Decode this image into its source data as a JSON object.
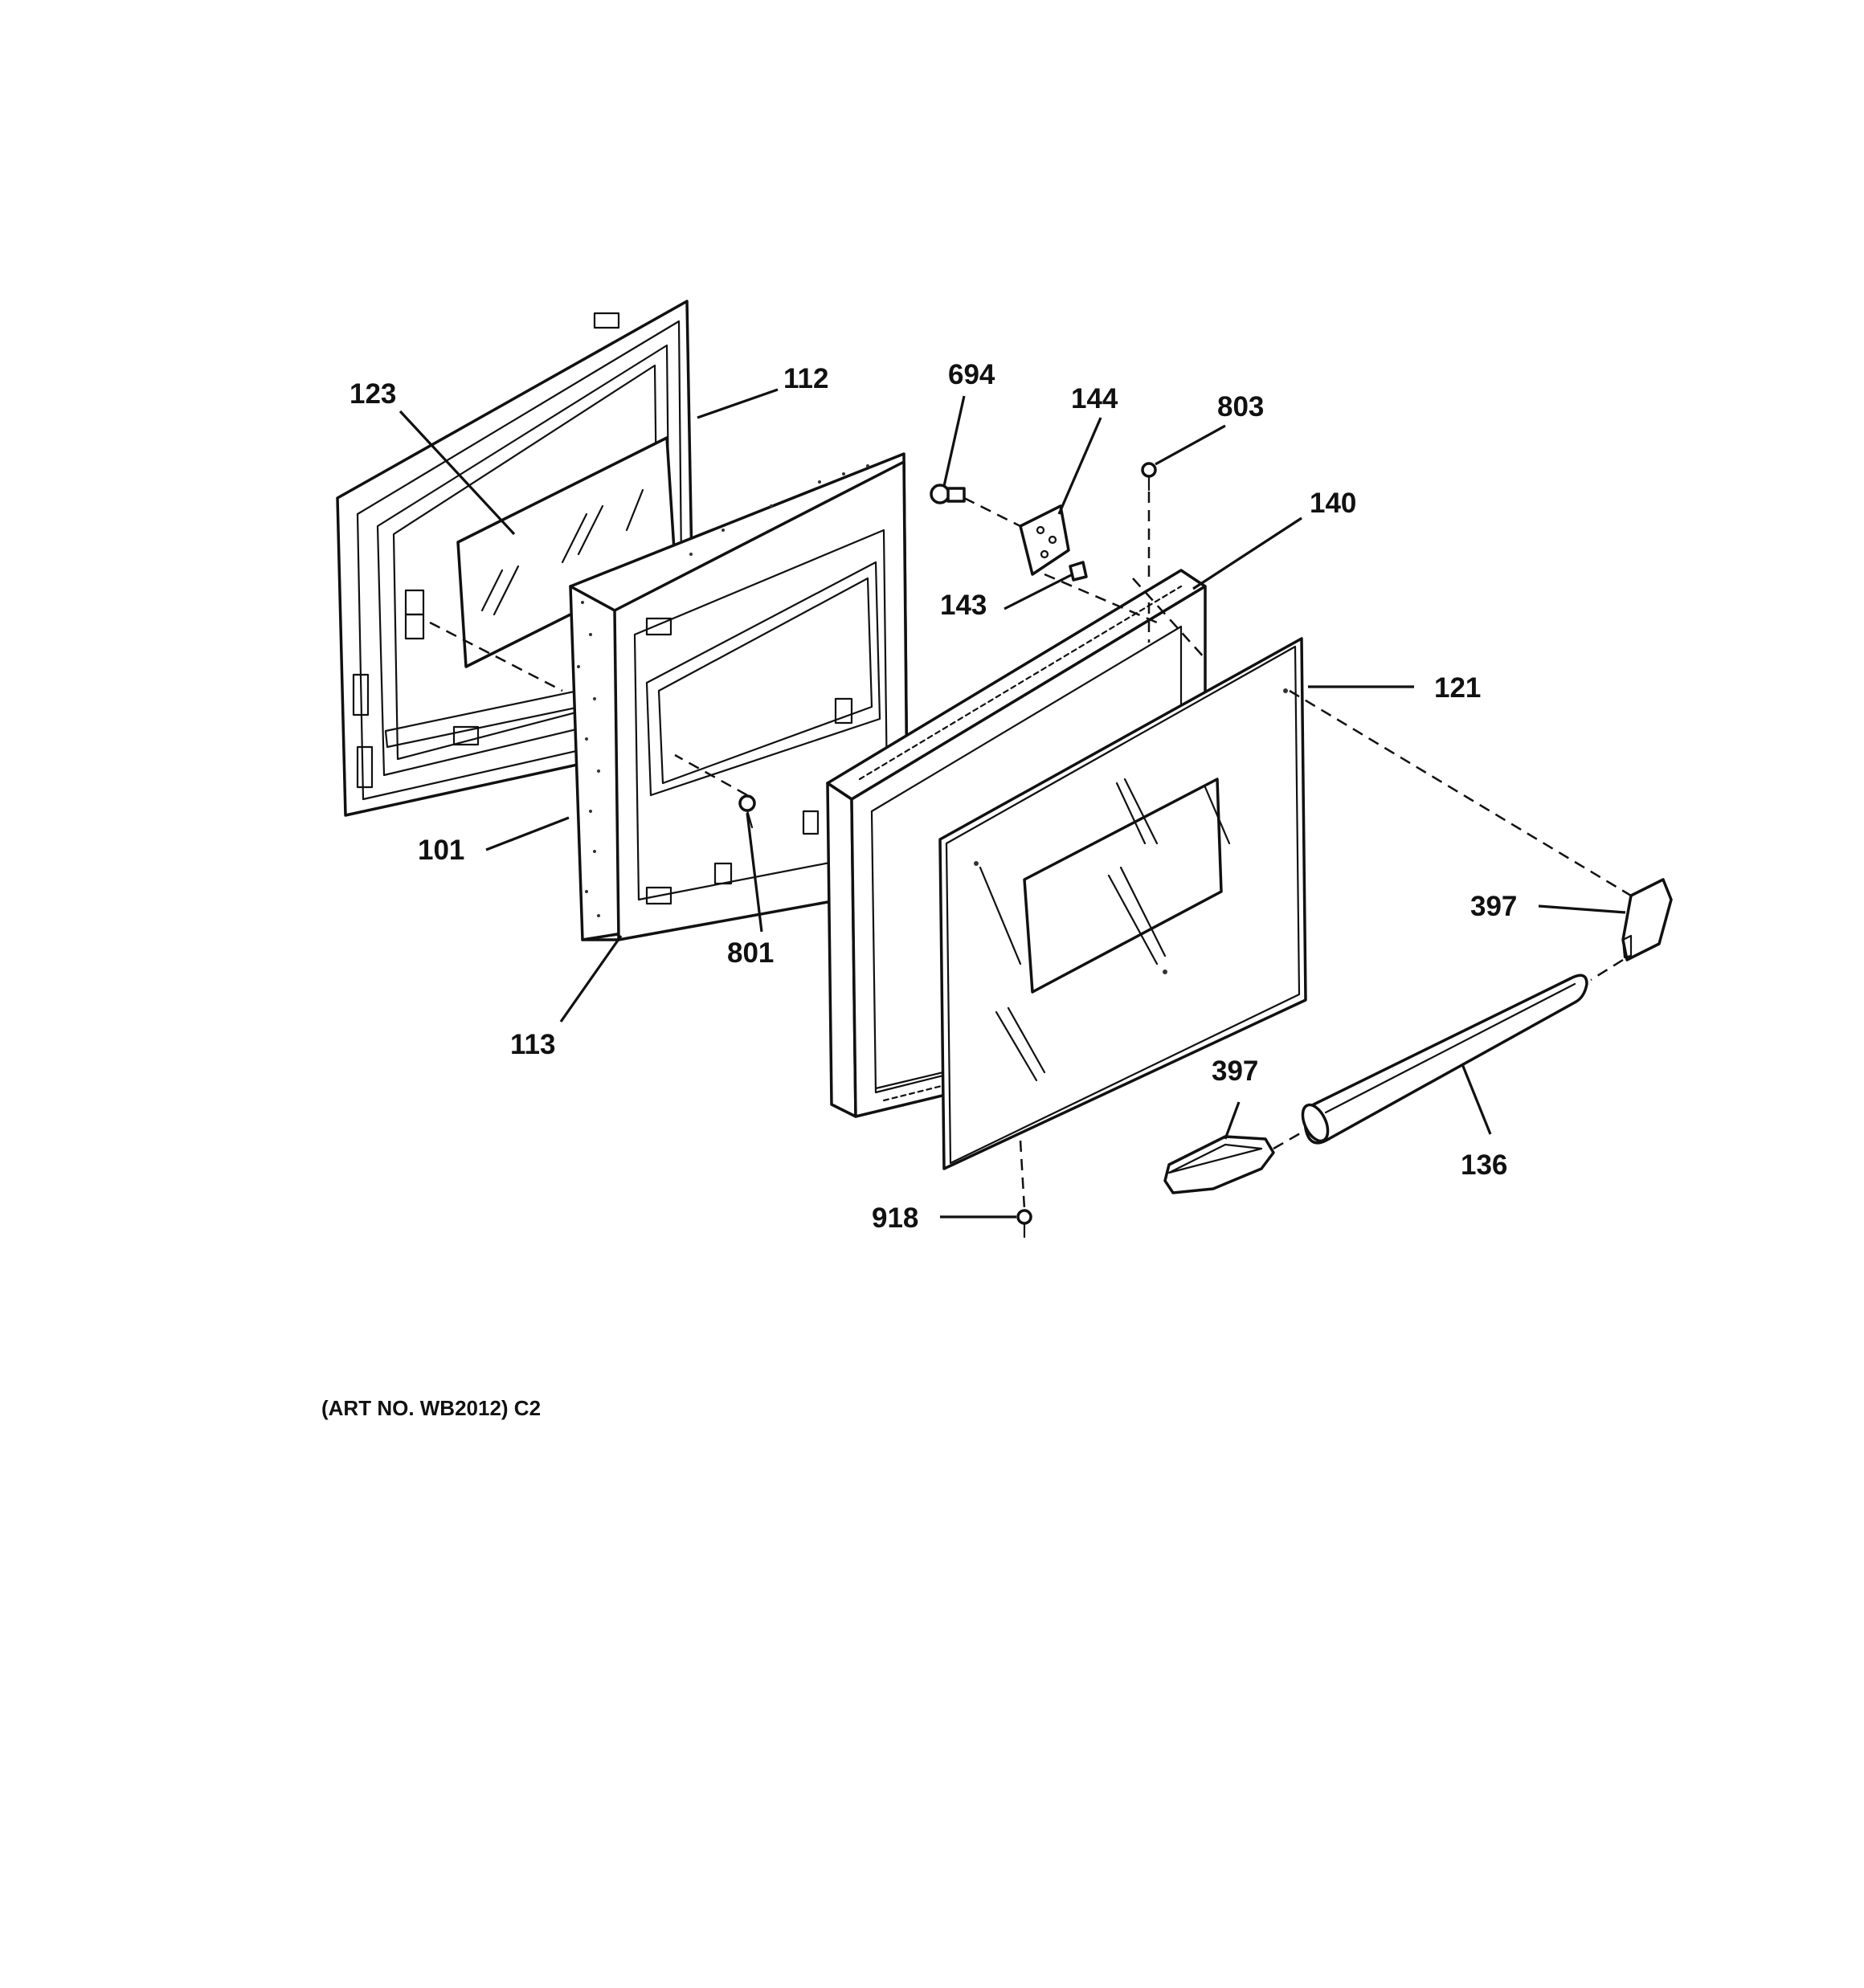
{
  "diagram": {
    "caption": "(ART NO. WB2012) C2",
    "callouts": {
      "c123": "123",
      "c112": "112",
      "c694": "694",
      "c144": "144",
      "c803": "803",
      "c140": "140",
      "c143": "143",
      "c121": "121",
      "c101": "101",
      "c397a": "397",
      "c801": "801",
      "c113": "113",
      "c397b": "397",
      "c136": "136",
      "c918": "918"
    }
  }
}
